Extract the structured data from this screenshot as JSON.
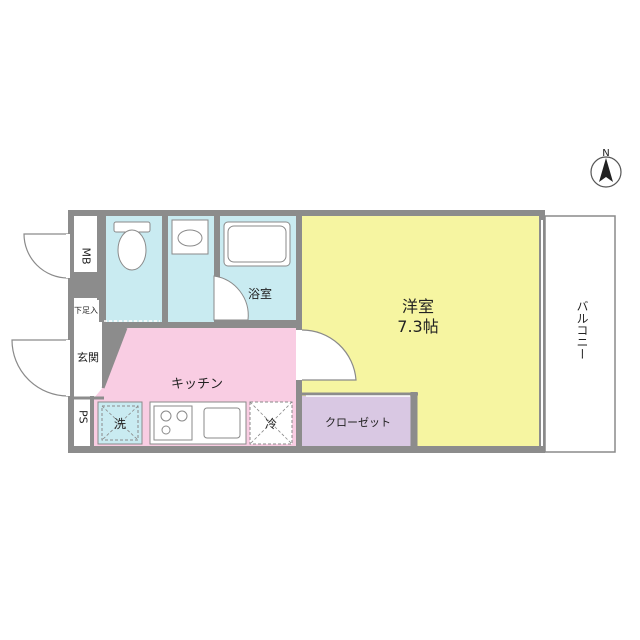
{
  "rooms": {
    "western": {
      "name": "洋室",
      "size": "7.3帖"
    },
    "kitchen": "キッチン",
    "bath": "浴室",
    "closet": "クローゼット",
    "entrance": "玄関",
    "shoe_box": "下足入",
    "balcony": "バルコニー",
    "mb": "MB",
    "ps": "PS"
  },
  "fixtures": {
    "washer": "洗",
    "fridge": "冷"
  },
  "compass": "N",
  "colors": {
    "wall": "#8c8c8c",
    "western": "#f6f5a1",
    "kitchen": "#f9cde3",
    "wet_area": "#c9ebf1",
    "closet": "#d9c8e3",
    "fixture": "#ffffff",
    "line": "#8a8a8a"
  }
}
